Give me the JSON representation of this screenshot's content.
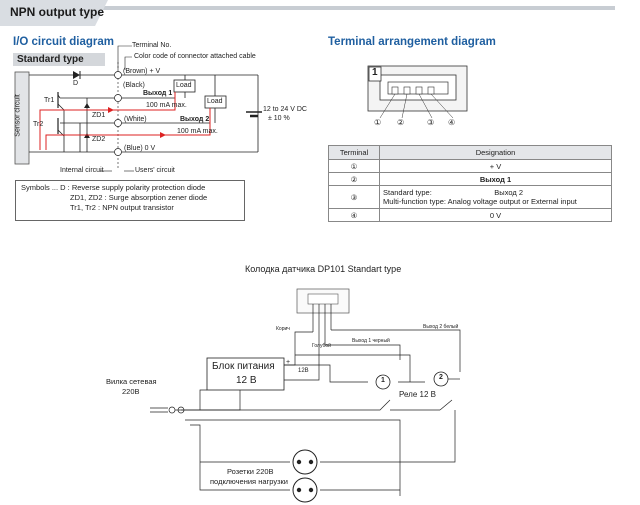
{
  "header": {
    "title": "NPN output type"
  },
  "io": {
    "title": "I/O circuit diagram",
    "standard_type": "Standard type",
    "terminal_no": "Terminal No.",
    "color_code": "Color code of connector attached cable",
    "brown": "(Brown) + V",
    "black": "(Black)",
    "white": "(White)",
    "blue": "(Blue) 0 V",
    "out1": "Выход 1",
    "out2": "Выход 2",
    "load": "Load",
    "ma1": "100 mA max.",
    "ma2": "100 mA max.",
    "sensor_circuit": "Sensor circuit",
    "d": "D",
    "tr1": "Tr1",
    "tr2": "Tr2",
    "zd1": "ZD1",
    "zd2": "ZD2",
    "supply": "12 to 24 V DC",
    "tol": "± 10 %",
    "internal": "Internal circuit",
    "users": "Users' circuit",
    "n1": "①",
    "n2": "②",
    "n3": "③",
    "n4": "④"
  },
  "symbols": {
    "line1": "Symbols ... D : Reverse supply polarity protection diode",
    "line2": "ZD1, ZD2 : Surge absorption zener diode",
    "line3": "Tr1, Tr2 : NPN output transistor"
  },
  "terminal": {
    "title": "Terminal arrangement diagram",
    "box_num": "1",
    "pins": [
      "①",
      "②",
      "③",
      "④"
    ],
    "headers": [
      "Terminal",
      "Designation"
    ],
    "rows": [
      {
        "num": "①",
        "desig": "+ V"
      },
      {
        "num": "②",
        "desig": "Выход 1"
      },
      {
        "num": "③",
        "desig": "Standard type:                              Выход 2",
        "desig2": "Multi-function type: Analog voltage output or External input"
      },
      {
        "num": "④",
        "desig": "0 V"
      }
    ]
  },
  "bottom": {
    "caption": "Колодка датчика DP101 Standart type",
    "brown": "Корич",
    "blue": "Голубой",
    "out1_black": "Выход 1 черный",
    "out2_white": "Выход 2 белый",
    "psu1": "Блок питания",
    "psu2": "12 В",
    "v12": "12В",
    "plus": "+",
    "plug1": "Вилка сетевая",
    "plug2": "220В",
    "relay": "Реле 12 В",
    "r1": "1",
    "r2": "2",
    "sock1": "Розетки 220В",
    "sock2": "подключения нагрузки"
  }
}
